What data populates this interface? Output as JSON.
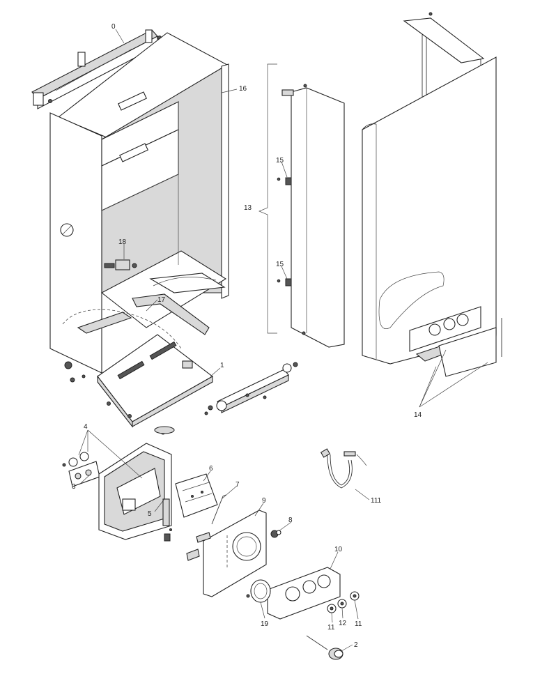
{
  "callouts": {
    "c0": "0",
    "c16": "16",
    "c13": "13",
    "c15a": "15",
    "c15b": "15",
    "c18": "18",
    "c17": "17",
    "c1": "1",
    "c14": "14",
    "c4": "4",
    "c3": "3",
    "c6": "6",
    "c7": "7",
    "c5": "5",
    "c9": "9",
    "c8": "8",
    "c111": "111",
    "c10": "10",
    "c19": "19",
    "c11a": "11",
    "c12": "12",
    "c11b": "11",
    "c2": "2"
  }
}
